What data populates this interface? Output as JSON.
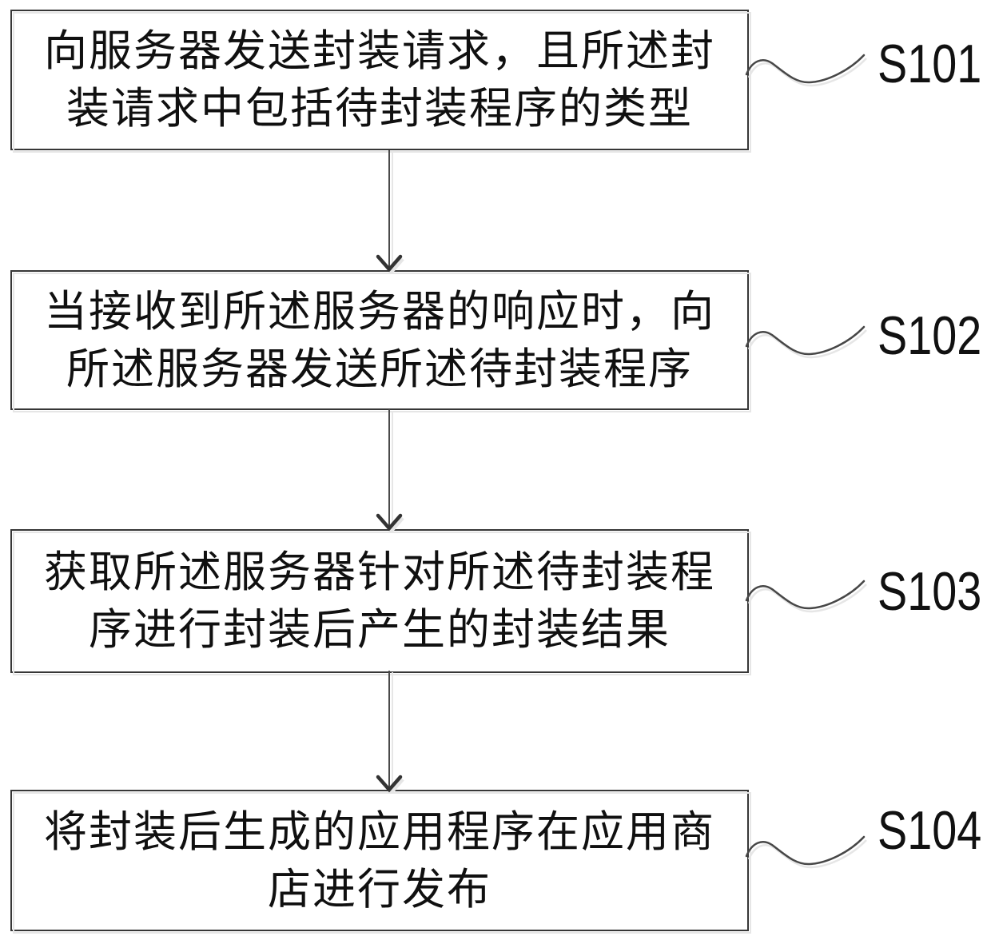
{
  "figure": {
    "type": "flowchart",
    "background": "#ffffff",
    "line_color": "#373737",
    "shadow_color": "#e6e6e6",
    "text_color": "#101010",
    "steps": [
      {
        "label": "S101",
        "lines": [
          "向服务器发送封装请求，且所述封",
          "装请求中包括待封装程序的类型"
        ]
      },
      {
        "label": "S102",
        "lines": [
          "当接收到所述服务器的响应时，向",
          "所述服务器发送所述待封装程序"
        ]
      },
      {
        "label": "S103",
        "lines": [
          "获取所述服务器针对所述待封装程",
          "序进行封装后产生的封装结果"
        ]
      },
      {
        "label": "S104",
        "lines": [
          "将封装后生成的应用程序在应用商",
          "店进行发布"
        ]
      }
    ]
  }
}
